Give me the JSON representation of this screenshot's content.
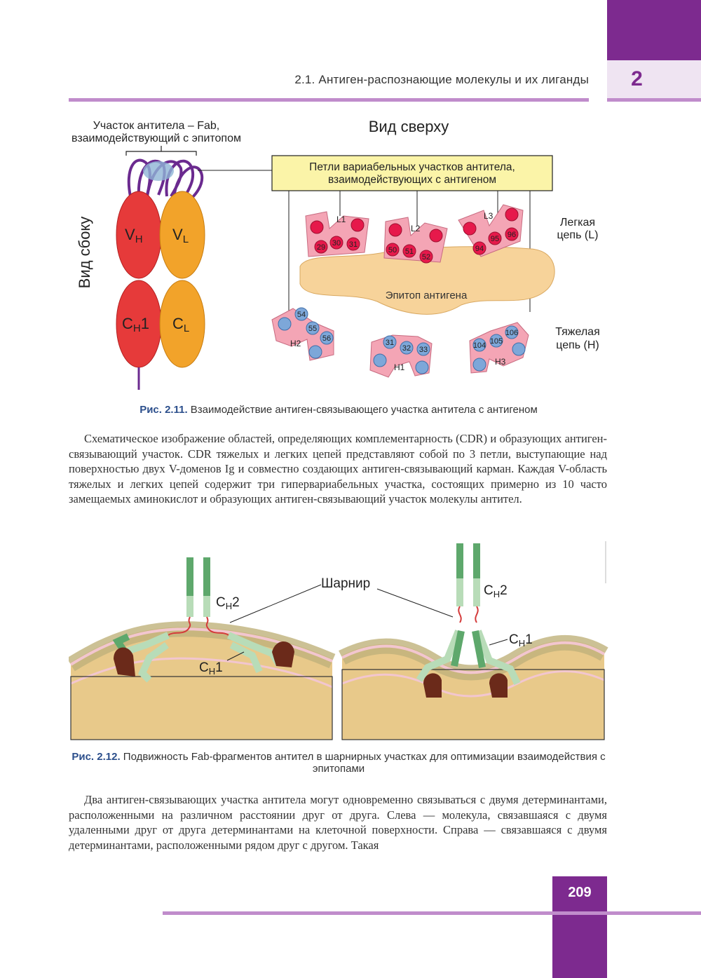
{
  "header": {
    "running_title": "2.1. Антиген-распознающие молекулы и их лиганды",
    "chapter_number": "2"
  },
  "figure1": {
    "fab_label_line1": "Участок антитела – Fab,",
    "fab_label_line2": "взаимодействующий с эпитопом",
    "side_view": "Вид сбоку",
    "top_view": "Вид сверху",
    "loops_box_line1": "Петли вариабельных участков антитела,",
    "loops_box_line2": "взаимодействующих с антигеном",
    "light_chain_line1": "Легкая",
    "light_chain_line2": "цепь (L)",
    "heavy_chain_line1": "Тяжелая",
    "heavy_chain_line2": "цепь (H)",
    "epitope": "Эпитоп антигена",
    "domains": {
      "vh": "V",
      "vh_sub": "H",
      "vl": "V",
      "vl_sub": "L",
      "ch1": "C",
      "ch1_sub": "H",
      "ch1_num": "1",
      "cl": "C",
      "cl_sub": "L"
    },
    "loops": {
      "L1": {
        "label": "L1",
        "residues": [
          "29",
          "30",
          "31"
        ]
      },
      "L2": {
        "label": "L2",
        "residues": [
          "50",
          "51",
          "52"
        ]
      },
      "L3": {
        "label": "L3",
        "residues": [
          "94",
          "95",
          "96"
        ]
      },
      "H1": {
        "label": "H1",
        "residues": [
          "31",
          "32",
          "33"
        ]
      },
      "H2": {
        "label": "H2",
        "residues": [
          "54",
          "55",
          "56"
        ]
      },
      "H3": {
        "label": "H3",
        "residues": [
          "104",
          "105",
          "106"
        ]
      }
    },
    "caption_label": "Рис. 2.11.",
    "caption_text": "Взаимодействие антиген-связывающего участка антитела с антигеном"
  },
  "paragraph1": "Схематическое изображение областей, определяющих комплементарность (CDR) и образующих антиген-связывающий участок. CDR тяжелых и легких цепей представляют собой по 3 петли, выступающие над поверхностью двух V-доменов Ig и совместно создающих антиген-связывающий карман. Каждая V-область тяжелых и легких цепей содержит три гипервариабельных участка, состоящих примерно из 10 часто замещаемых аминокислот и образующих антиген-связывающий участок молекулы антител.",
  "figure2": {
    "hinge": "Шарнир",
    "ch2_c": "C",
    "ch2_sub": "H",
    "ch2_num": "2",
    "ch1_c": "C",
    "ch1_sub": "H",
    "ch1_num": "1",
    "caption_label": "Рис. 2.12.",
    "caption_text": "Подвижность Fab-фрагментов антител в шарнирных участках для оптимизации взаимодействия с эпитопами"
  },
  "paragraph2": "Два антиген-связывающих участка антитела могут одновременно связываться с двумя детерминантами, расположенными на различном расстоянии друг от друга. Слева — молекула, связавшаяся с двумя удаленными друг от друга детерминантами на клеточной поверхности. Справа — связавшаяся с двумя детерминантами, расположенными рядом друг с другом. Такая",
  "footer": {
    "page_number": "209"
  },
  "colors": {
    "purple": "#7d2a8f",
    "light_purple": "#c08ccb",
    "caption_blue": "#2c4f8c"
  }
}
